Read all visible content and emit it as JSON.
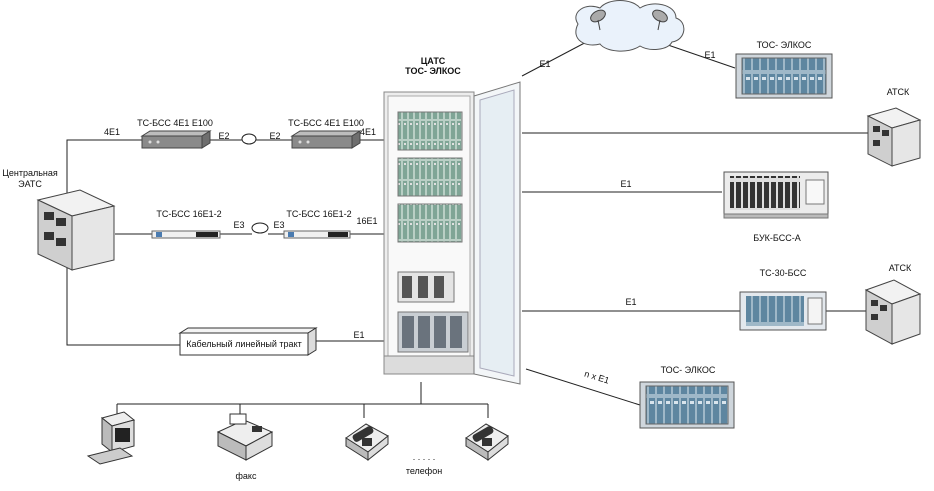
{
  "nodes": {
    "central_exchange": "Центральная\nЭАТС",
    "cats_title": "ЦАТС",
    "cats_subtitle": "ТОС- ЭЛКОС",
    "tos_elkos_top": "ТОС- ЭЛКОС",
    "atsk_top": "АТСК",
    "buk_bss": "БУК-БСС-А",
    "ts30_bss": "ТС-30-БСС",
    "atsk_bottom": "АТСК",
    "tos_elkos_bottom": "ТОС- ЭЛКОС",
    "mux1_left": "ТС-БСС 4Е1 Е100",
    "mux1_right": "ТС-БСС 4Е1 Е100",
    "mux2_left": "ТС-БСС 16Е1-2",
    "mux2_right": "ТС-БСС 16Е1-2",
    "cable_tract": "Кабельный линейный тракт",
    "fax": "факс",
    "phone": "телефон",
    "dots": ". . . . ."
  },
  "links": {
    "l_4e1_left": "4Е1",
    "l_e2_left": "Е2",
    "l_e2_right": "Е2",
    "l_4e1_right": "4Е1",
    "l_e3_left": "Е3",
    "l_e3_right": "Е3",
    "l_16e1": "16Е1",
    "l_e1_cable": "Е1",
    "l_e1_cloud": "Е1",
    "l_e1_tos_top": "Е1",
    "l_e1_buk": "Е1",
    "l_e1_ts30": "Е1",
    "l_ne1": "n x Е1"
  },
  "colors": {
    "rack_light": "#e8e8e8",
    "module_green": "#8fb5a5",
    "server_gray": "#d9d9d9",
    "cloud_fill": "#eaf2fb"
  }
}
